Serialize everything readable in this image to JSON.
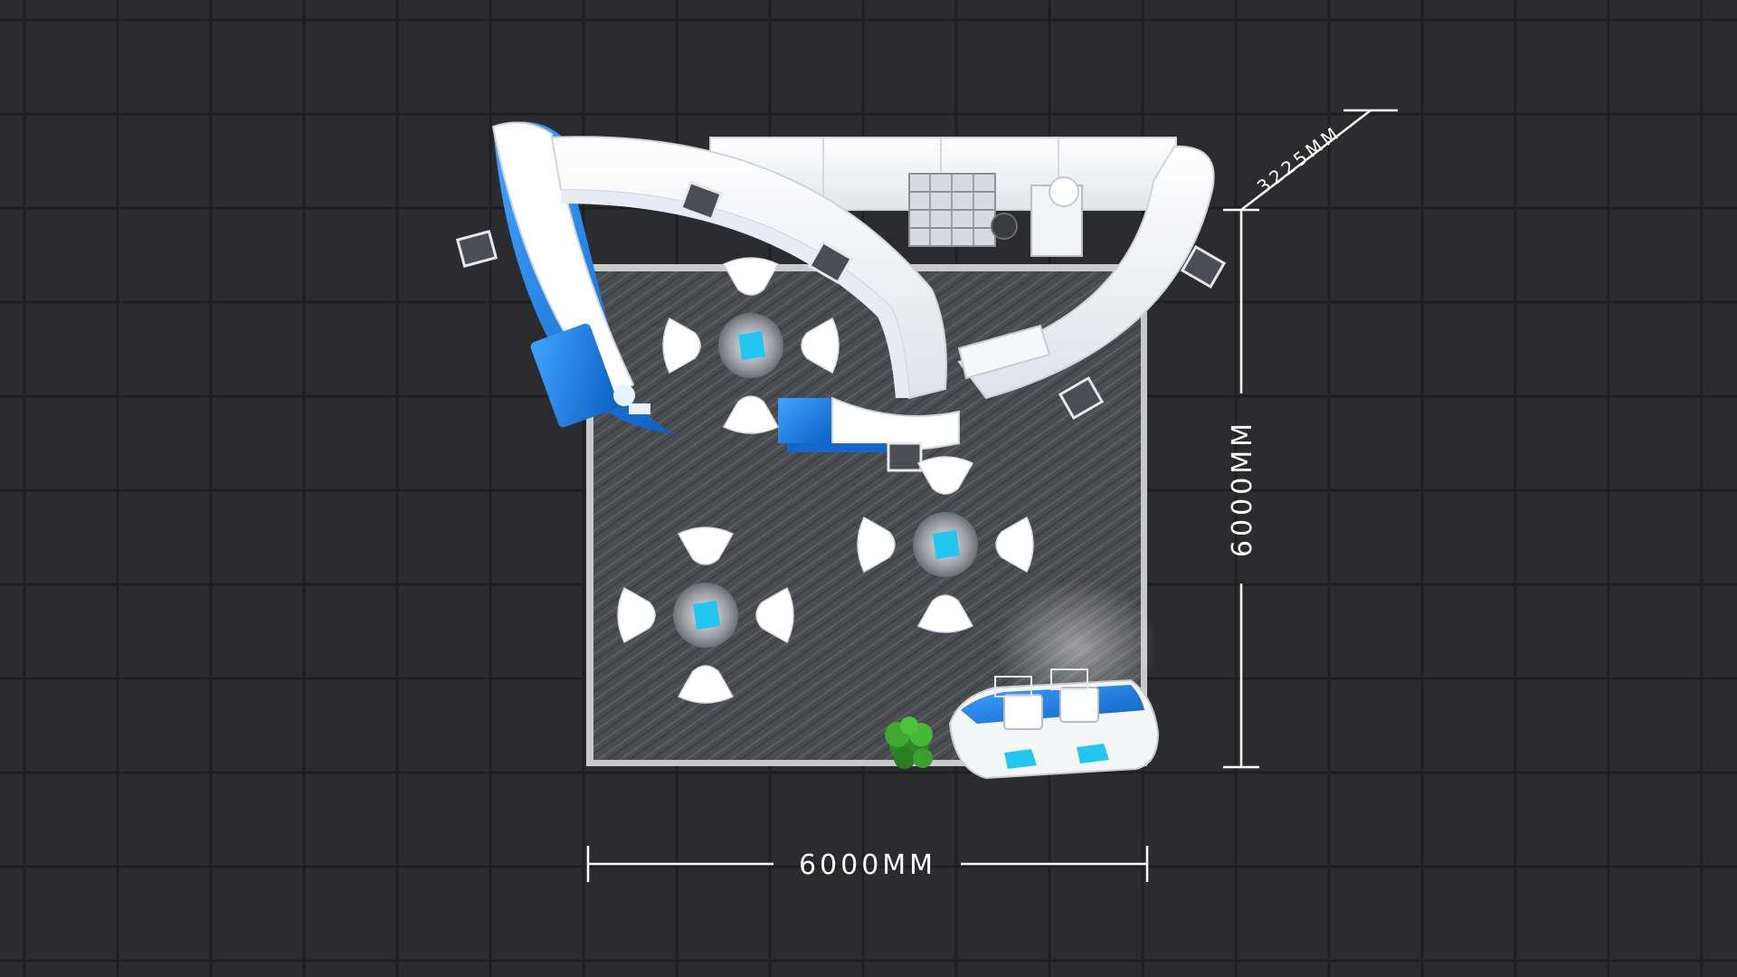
{
  "dimensions": {
    "width_label": "6000MM",
    "depth_label": "6000MM",
    "height_label": "3225MM"
  },
  "colors": {
    "background": "#2c2c2e",
    "grid_line": "#1f1f21",
    "floor": "#4a4b4f",
    "floor_border": "#c9c9cc",
    "wall_white": "#f4f5f7",
    "accent_blue": "#1f7fe0",
    "accent_cyan": "#22c7f0",
    "plant_green": "#3ea82f"
  },
  "items": {
    "table_sets": 3,
    "chairs_per_table": 4,
    "monitors": 7,
    "reception_desk_seats": 2
  },
  "icons": [
    "dimension-arrow-icon",
    "plant-icon",
    "monitor-icon",
    "chair-icon",
    "table-icon"
  ]
}
